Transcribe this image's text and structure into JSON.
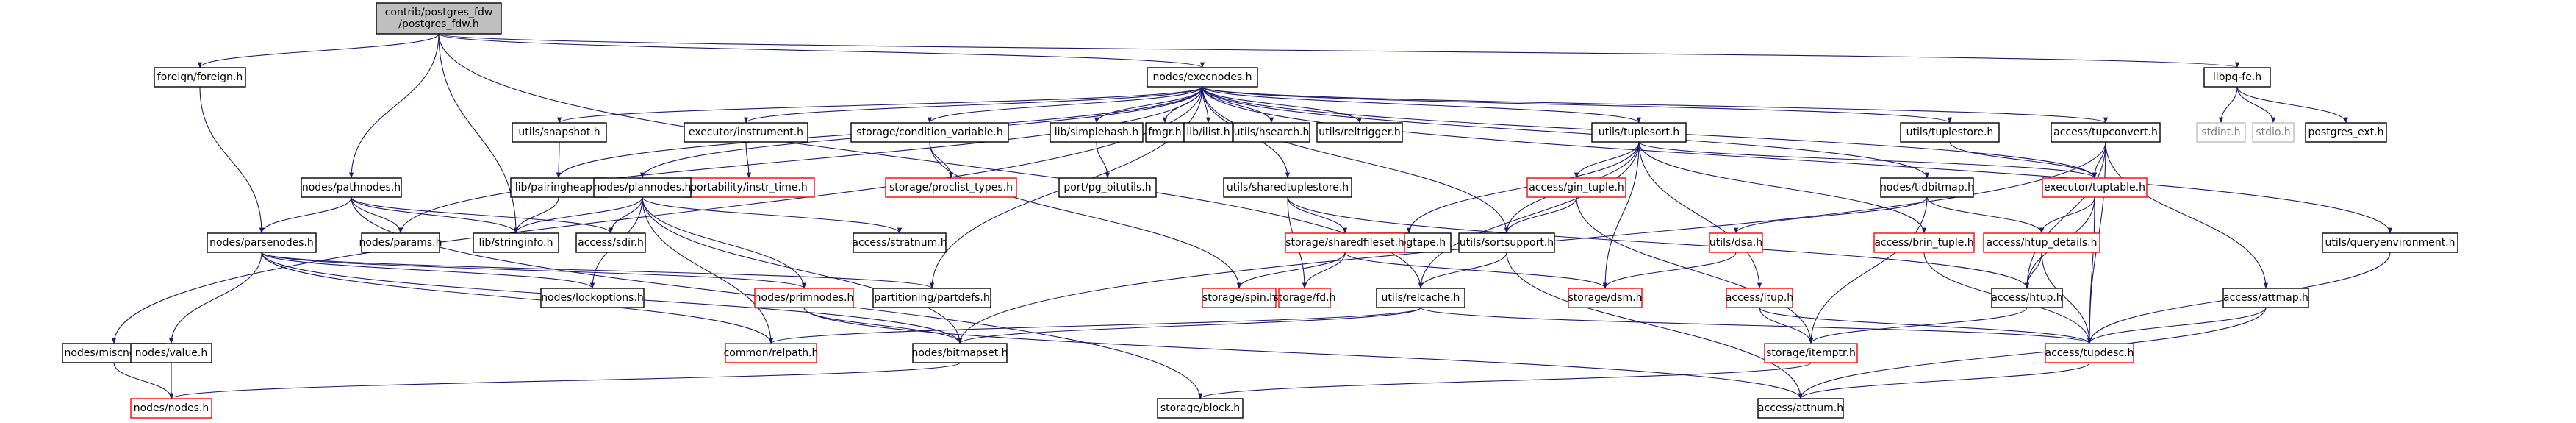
{
  "graph": {
    "title_node": "root",
    "colors": {
      "edge": "#191970",
      "root_fill": "#bfbfbf",
      "normal_stroke": "#000000",
      "missing_stroke": "#ff0000",
      "external_stroke": "#bfbfbf",
      "external_text": "#7f7f7f",
      "text": "#000000"
    },
    "nodes": [
      {
        "id": "root",
        "lines": [
          "contrib/postgres_fdw",
          "/postgres_fdw.h"
        ],
        "style": "root"
      },
      {
        "id": "foreign",
        "lines": [
          "foreign/foreign.h"
        ],
        "style": "normal"
      },
      {
        "id": "execnodes",
        "lines": [
          "nodes/execnodes.h"
        ],
        "style": "normal"
      },
      {
        "id": "libpqfe",
        "lines": [
          "libpq-fe.h"
        ],
        "style": "normal"
      },
      {
        "id": "miscnodes",
        "lines": [
          "nodes/miscnodes.h"
        ],
        "style": "normal"
      },
      {
        "id": "pathnodes",
        "lines": [
          "nodes/pathnodes.h"
        ],
        "style": "normal"
      },
      {
        "id": "snapshot",
        "lines": [
          "utils/snapshot.h"
        ],
        "style": "normal"
      },
      {
        "id": "instrument",
        "lines": [
          "executor/instrument.h"
        ],
        "style": "normal"
      },
      {
        "id": "condvar",
        "lines": [
          "storage/condition_variable.h"
        ],
        "style": "normal"
      },
      {
        "id": "simplehash",
        "lines": [
          "lib/simplehash.h"
        ],
        "style": "normal"
      },
      {
        "id": "fmgr",
        "lines": [
          "fmgr.h"
        ],
        "style": "normal"
      },
      {
        "id": "ilist",
        "lines": [
          "lib/ilist.h"
        ],
        "style": "normal"
      },
      {
        "id": "hsearch",
        "lines": [
          "utils/hsearch.h"
        ],
        "style": "normal"
      },
      {
        "id": "reltrigger",
        "lines": [
          "utils/reltrigger.h"
        ],
        "style": "normal"
      },
      {
        "id": "tuplesort",
        "lines": [
          "utils/tuplesort.h"
        ],
        "style": "normal"
      },
      {
        "id": "tuplestore",
        "lines": [
          "utils/tuplestore.h"
        ],
        "style": "normal"
      },
      {
        "id": "tupconvert",
        "lines": [
          "access/tupconvert.h"
        ],
        "style": "normal"
      },
      {
        "id": "stdint",
        "lines": [
          "stdint.h"
        ],
        "style": "external"
      },
      {
        "id": "stdio",
        "lines": [
          "stdio.h"
        ],
        "style": "external"
      },
      {
        "id": "pgext",
        "lines": [
          "postgres_ext.h"
        ],
        "style": "normal"
      },
      {
        "id": "pairingheap",
        "lines": [
          "lib/pairingheap.h"
        ],
        "style": "normal"
      },
      {
        "id": "instrtime",
        "lines": [
          "portability/instr_time.h"
        ],
        "style": "missing"
      },
      {
        "id": "proclist",
        "lines": [
          "storage/proclist_types.h"
        ],
        "style": "missing"
      },
      {
        "id": "pgbitutils",
        "lines": [
          "port/pg_bitutils.h"
        ],
        "style": "normal"
      },
      {
        "id": "sharedts",
        "lines": [
          "utils/sharedtuplestore.h"
        ],
        "style": "normal"
      },
      {
        "id": "logtape",
        "lines": [
          "utils/logtape.h"
        ],
        "style": "normal"
      },
      {
        "id": "gintuple",
        "lines": [
          "access/gin_tuple.h"
        ],
        "style": "missing"
      },
      {
        "id": "tidbitmap",
        "lines": [
          "nodes/tidbitmap.h"
        ],
        "style": "normal"
      },
      {
        "id": "tuptable",
        "lines": [
          "executor/tuptable.h"
        ],
        "style": "missing"
      },
      {
        "id": "queryenv",
        "lines": [
          "utils/queryenvironment.h"
        ],
        "style": "normal"
      },
      {
        "id": "plannodes",
        "lines": [
          "nodes/plannodes.h"
        ],
        "style": "normal"
      },
      {
        "id": "parsenodes",
        "lines": [
          "nodes/parsenodes.h"
        ],
        "style": "normal"
      },
      {
        "id": "params",
        "lines": [
          "nodes/params.h"
        ],
        "style": "normal"
      },
      {
        "id": "stringinfo",
        "lines": [
          "lib/stringinfo.h"
        ],
        "style": "normal"
      },
      {
        "id": "sdir",
        "lines": [
          "access/sdir.h"
        ],
        "style": "normal"
      },
      {
        "id": "stratnum",
        "lines": [
          "access/stratnum.h"
        ],
        "style": "normal"
      },
      {
        "id": "sharedfileset",
        "lines": [
          "storage/sharedfileset.h"
        ],
        "style": "missing"
      },
      {
        "id": "sortsupport",
        "lines": [
          "utils/sortsupport.h"
        ],
        "style": "normal"
      },
      {
        "id": "dsa",
        "lines": [
          "utils/dsa.h"
        ],
        "style": "missing"
      },
      {
        "id": "brintuple",
        "lines": [
          "access/brin_tuple.h"
        ],
        "style": "missing"
      },
      {
        "id": "htupdetails",
        "lines": [
          "access/htup_details.h"
        ],
        "style": "missing"
      },
      {
        "id": "attmap",
        "lines": [
          "access/attmap.h"
        ],
        "style": "normal"
      },
      {
        "id": "lockoptions",
        "lines": [
          "nodes/lockoptions.h"
        ],
        "style": "normal"
      },
      {
        "id": "primnodes",
        "lines": [
          "nodes/primnodes.h"
        ],
        "style": "missing"
      },
      {
        "id": "partdefs",
        "lines": [
          "partitioning/partdefs.h"
        ],
        "style": "normal"
      },
      {
        "id": "spin",
        "lines": [
          "storage/spin.h"
        ],
        "style": "missing"
      },
      {
        "id": "fd",
        "lines": [
          "storage/fd.h"
        ],
        "style": "missing"
      },
      {
        "id": "relcache",
        "lines": [
          "utils/relcache.h"
        ],
        "style": "normal"
      },
      {
        "id": "dsm",
        "lines": [
          "storage/dsm.h"
        ],
        "style": "missing"
      },
      {
        "id": "itup",
        "lines": [
          "access/itup.h"
        ],
        "style": "missing"
      },
      {
        "id": "htup",
        "lines": [
          "access/htup.h"
        ],
        "style": "normal"
      },
      {
        "id": "value",
        "lines": [
          "nodes/value.h"
        ],
        "style": "normal"
      },
      {
        "id": "relpath",
        "lines": [
          "common/relpath.h"
        ],
        "style": "missing"
      },
      {
        "id": "bitmapset",
        "lines": [
          "nodes/bitmapset.h"
        ],
        "style": "normal"
      },
      {
        "id": "itemptr",
        "lines": [
          "storage/itemptr.h"
        ],
        "style": "missing"
      },
      {
        "id": "tupdesc",
        "lines": [
          "access/tupdesc.h"
        ],
        "style": "missing"
      },
      {
        "id": "nodes",
        "lines": [
          "nodes/nodes.h"
        ],
        "style": "missing"
      },
      {
        "id": "block",
        "lines": [
          "storage/block.h"
        ],
        "style": "normal"
      },
      {
        "id": "attnum",
        "lines": [
          "access/attnum.h"
        ],
        "style": "normal"
      }
    ],
    "edges": [
      [
        "root",
        "foreign"
      ],
      [
        "root",
        "execnodes"
      ],
      [
        "root",
        "libpqfe"
      ],
      [
        "root",
        "pathnodes"
      ],
      [
        "root",
        "stringinfo"
      ],
      [
        "root",
        "relcache"
      ],
      [
        "foreign",
        "parsenodes"
      ],
      [
        "libpqfe",
        "stdint"
      ],
      [
        "libpqfe",
        "stdio"
      ],
      [
        "libpqfe",
        "pgext"
      ],
      [
        "execnodes",
        "miscnodes"
      ],
      [
        "execnodes",
        "snapshot"
      ],
      [
        "execnodes",
        "instrument"
      ],
      [
        "execnodes",
        "condvar"
      ],
      [
        "execnodes",
        "simplehash"
      ],
      [
        "execnodes",
        "fmgr"
      ],
      [
        "execnodes",
        "ilist"
      ],
      [
        "execnodes",
        "hsearch"
      ],
      [
        "execnodes",
        "reltrigger"
      ],
      [
        "execnodes",
        "tuplesort"
      ],
      [
        "execnodes",
        "tuplestore"
      ],
      [
        "execnodes",
        "tupconvert"
      ],
      [
        "execnodes",
        "queryenv"
      ],
      [
        "execnodes",
        "tidbitmap"
      ],
      [
        "execnodes",
        "plannodes"
      ],
      [
        "execnodes",
        "params"
      ],
      [
        "execnodes",
        "pairingheap"
      ],
      [
        "execnodes",
        "sharedts"
      ],
      [
        "execnodes",
        "sortsupport"
      ],
      [
        "execnodes",
        "partdefs"
      ],
      [
        "execnodes",
        "tuptable"
      ],
      [
        "snapshot",
        "pairingheap"
      ],
      [
        "pairingheap",
        "stringinfo"
      ],
      [
        "instrument",
        "instrtime"
      ],
      [
        "condvar",
        "proclist"
      ],
      [
        "condvar",
        "spin"
      ],
      [
        "simplehash",
        "pgbitutils"
      ],
      [
        "tuplesort",
        "logtape"
      ],
      [
        "tuplesort",
        "gintuple"
      ],
      [
        "tuplesort",
        "sortsupport"
      ],
      [
        "tuplesort",
        "relcache"
      ],
      [
        "tuplesort",
        "dsm"
      ],
      [
        "tuplesort",
        "itup"
      ],
      [
        "tuplesort",
        "brintuple"
      ],
      [
        "tuplesort",
        "tuptable"
      ],
      [
        "tuplestore",
        "tuptable"
      ],
      [
        "tupconvert",
        "tuptable"
      ],
      [
        "tupconvert",
        "attmap"
      ],
      [
        "tupconvert",
        "htup"
      ],
      [
        "tupconvert",
        "tupdesc"
      ],
      [
        "tupconvert",
        "bitmapset"
      ],
      [
        "tidbitmap",
        "dsa"
      ],
      [
        "tidbitmap",
        "itemptr"
      ],
      [
        "tidbitmap",
        "htupdetails"
      ],
      [
        "tuptable",
        "htupdetails"
      ],
      [
        "tuptable",
        "htup"
      ],
      [
        "tuptable",
        "tupdesc"
      ],
      [
        "queryenv",
        "tupdesc"
      ],
      [
        "logtape",
        "sharedfileset"
      ],
      [
        "sharedts",
        "sharedfileset"
      ],
      [
        "sharedts",
        "fd"
      ],
      [
        "sharedts",
        "htup"
      ],
      [
        "sharedfileset",
        "spin"
      ],
      [
        "sharedfileset",
        "fd"
      ],
      [
        "sharedfileset",
        "dsm"
      ],
      [
        "gintuple",
        "sortsupport"
      ],
      [
        "gintuple",
        "itemptr"
      ],
      [
        "sortsupport",
        "attnum"
      ],
      [
        "sortsupport",
        "relcache"
      ],
      [
        "dsa",
        "dsm"
      ],
      [
        "brintuple",
        "tupdesc"
      ],
      [
        "htupdetails",
        "htup"
      ],
      [
        "htupdetails",
        "tupdesc"
      ],
      [
        "htup",
        "itemptr"
      ],
      [
        "itup",
        "itemptr"
      ],
      [
        "itup",
        "tupdesc"
      ],
      [
        "attmap",
        "tupdesc"
      ],
      [
        "attmap",
        "attnum"
      ],
      [
        "tupdesc",
        "attnum"
      ],
      [
        "itemptr",
        "block"
      ],
      [
        "pathnodes",
        "params"
      ],
      [
        "pathnodes",
        "stringinfo"
      ],
      [
        "pathnodes",
        "parsenodes"
      ],
      [
        "pathnodes",
        "sdir"
      ],
      [
        "pathnodes",
        "block"
      ],
      [
        "plannodes",
        "stringinfo"
      ],
      [
        "plannodes",
        "sdir"
      ],
      [
        "plannodes",
        "stratnum"
      ],
      [
        "plannodes",
        "lockoptions"
      ],
      [
        "plannodes",
        "primnodes"
      ],
      [
        "plannodes",
        "bitmapset"
      ],
      [
        "plannodes",
        "relpath"
      ],
      [
        "parsenodes",
        "value"
      ],
      [
        "parsenodes",
        "lockoptions"
      ],
      [
        "parsenodes",
        "primnodes"
      ],
      [
        "parsenodes",
        "partdefs"
      ],
      [
        "parsenodes",
        "relpath"
      ],
      [
        "parsenodes",
        "bitmapset"
      ],
      [
        "primnodes",
        "bitmapset"
      ],
      [
        "primnodes",
        "attnum"
      ],
      [
        "relcache",
        "bitmapset"
      ],
      [
        "relcache",
        "relpath"
      ],
      [
        "relcache",
        "tupdesc"
      ],
      [
        "miscnodes",
        "nodes"
      ],
      [
        "value",
        "nodes"
      ],
      [
        "bitmapset",
        "nodes"
      ]
    ]
  }
}
